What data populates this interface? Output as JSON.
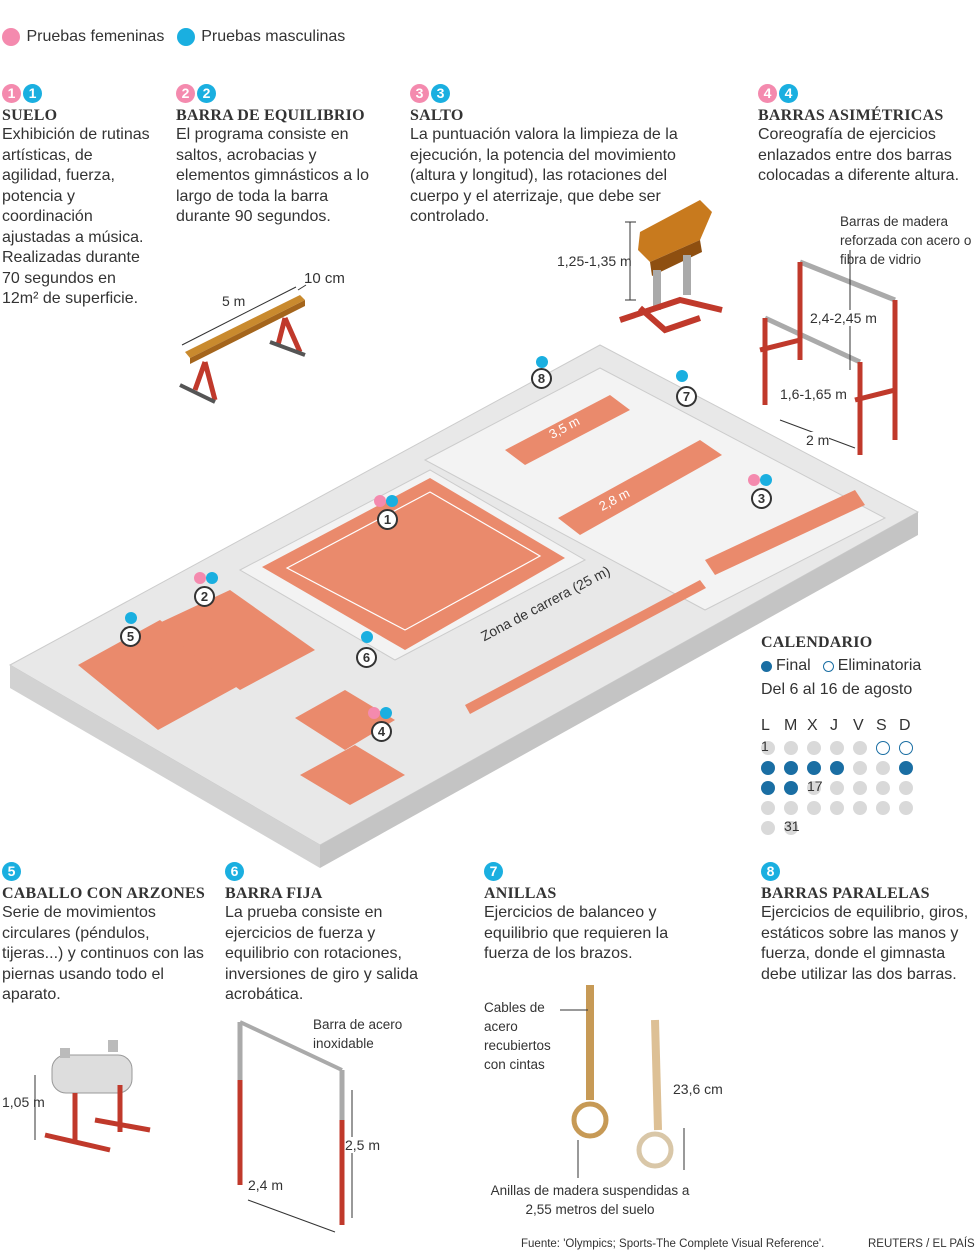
{
  "legend": {
    "female": "Pruebas femeninas",
    "male": "Pruebas masculinas"
  },
  "colors": {
    "female": "#f48aae",
    "male": "#1aafe0",
    "final": "#1a6ea3",
    "mat": "#ea8a6c"
  },
  "top_sections": [
    {
      "num": "1",
      "title": "SUELO",
      "body": "Exhibición de rutinas artísticas, de agilidad, fuerza, potencia y coordinación ajustadas a música. Realizadas durante 70 segundos en 12m² de superficie."
    },
    {
      "num": "2",
      "title": "BARRA DE EQUILIBRIO",
      "body": "El programa consiste en saltos, acrobacias y elementos gimnásticos a lo largo de toda la barra durante 90 segundos."
    },
    {
      "num": "3",
      "title": "SALTO",
      "body": "La puntuación valora la limpieza de la ejecución, la potencia del movimiento (altura y longitud), las rotaciones del cuerpo y el aterrizaje, que debe ser controlado."
    },
    {
      "num": "4",
      "title": "BARRAS ASIMÉTRICAS",
      "body": "Coreografía de ejercicios enlazados entre dos barras colocadas a diferente altura."
    }
  ],
  "bottom_sections": [
    {
      "num": "5",
      "title": "CABALLO CON ARZONES",
      "body": "Serie de movimientos circulares (péndulos, tijeras...) y continuos  con las piernas usando todo el aparato."
    },
    {
      "num": "6",
      "title": "BARRA FIJA",
      "body": "La prueba consiste en ejercicios de fuerza y equilibrio con rotaciones, inversiones de giro y salida acrobática."
    },
    {
      "num": "7",
      "title": "ANILLAS",
      "body": "Ejercicios de balanceo y equilibrio que requieren la fuerza de los brazos."
    },
    {
      "num": "8",
      "title": "BARRAS PARALELAS",
      "body": "Ejercicios de equilibrio, giros, estáticos sobre las manos y fuerza, donde el gimnasta debe utilizar las dos barras."
    }
  ],
  "dimensions": {
    "beam_length": "5 m",
    "beam_width": "10 cm",
    "vault_height": "1,25-1,35 m",
    "uneven_note": "Barras de madera reforzada con acero o fibra de vidrio",
    "uneven_high": "2,4-2,45 m",
    "uneven_low": "1,6-1,65 m",
    "uneven_width": "2 m",
    "pommel_height": "1,05 m",
    "hbar_note": "Barra de acero inoxidable",
    "hbar_height": "2,5 m",
    "hbar_width": "2,4 m",
    "rings_cables": "Cables de acero recubiertos con cintas",
    "rings_diameter": "23,6 cm",
    "rings_note": "Anillas de madera suspendidas a 2,55 metros del suelo"
  },
  "arena": {
    "parallel_len": "3,5 m",
    "rings_len": "2,8 m",
    "runway": "Zona de carrera (25 m)",
    "markers": [
      "1",
      "2",
      "3",
      "4",
      "5",
      "6",
      "7",
      "8"
    ]
  },
  "calendar": {
    "title": "CALENDARIO",
    "final": "Final",
    "elim": "Eliminatoria",
    "range": "Del 6 al 16 de agosto",
    "days": [
      "L",
      "M",
      "X",
      "J",
      "V",
      "S",
      "D"
    ],
    "cells": [
      [
        "",
        "1"
      ],
      [
        "",
        ""
      ],
      [
        "",
        ""
      ],
      [
        "",
        ""
      ],
      [
        "",
        ""
      ],
      [
        "e",
        ""
      ],
      [
        "e",
        ""
      ],
      [
        "f",
        ""
      ],
      [
        "f",
        ""
      ],
      [
        "f",
        ""
      ],
      [
        "f",
        ""
      ],
      [
        "",
        ""
      ],
      [
        "",
        ""
      ],
      [
        "f",
        ""
      ],
      [
        "f",
        ""
      ],
      [
        "f",
        ""
      ],
      [
        "",
        "17"
      ],
      [
        "",
        ""
      ],
      [
        "",
        ""
      ],
      [
        "",
        ""
      ],
      [
        "",
        ""
      ],
      [
        "",
        ""
      ],
      [
        "",
        ""
      ],
      [
        "",
        ""
      ],
      [
        "",
        ""
      ],
      [
        "",
        ""
      ],
      [
        "",
        ""
      ],
      [
        "",
        ""
      ],
      [
        "",
        ""
      ],
      [
        "",
        "31"
      ]
    ]
  },
  "footer": {
    "source": "Fuente: 'Olympics; Sports-The Complete Visual Reference'.",
    "credit": "REUTERS / EL PAÍS"
  }
}
